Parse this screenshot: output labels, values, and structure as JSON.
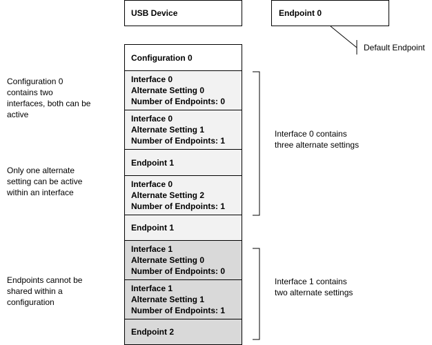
{
  "top": {
    "usb_device": "USB Device",
    "endpoint0": "Endpoint 0",
    "default_endpoint_label": "Default Endpoint"
  },
  "stack": {
    "configuration": "Configuration 0",
    "iface0_alt0": [
      "Interface 0",
      "Alternate Setting 0",
      "Number of Endpoints: 0"
    ],
    "iface0_alt1": [
      "Interface 0",
      "Alternate Setting 1",
      "Number of Endpoints: 1"
    ],
    "endpoint1_a": "Endpoint 1",
    "iface0_alt2": [
      "Interface 0",
      "Alternate Setting 2",
      "Number of Endpoints: 1"
    ],
    "endpoint1_b": "Endpoint 1",
    "iface1_alt0": [
      "Interface 1",
      "Alternate Setting 0",
      "Number of Endpoints: 0"
    ],
    "iface1_alt1": [
      "Interface 1",
      "Alternate Setting 1",
      "Number of Endpoints: 1"
    ],
    "endpoint2": "Endpoint 2"
  },
  "notes": {
    "left_config": "Configuration 0 contains two interfaces, both can be active",
    "left_alternate": "Only one alternate setting can be active within an interface",
    "left_endpoints": "Endpoints cannot be shared within a configuration",
    "right_iface0": "Interface 0 contains three alternate settings",
    "right_iface1": "Interface 1 contains two alternate settings"
  },
  "colors": {
    "interface0_fill": "#f2f2f2",
    "interface1_fill": "#d9d9d9",
    "border": "#000000"
  }
}
